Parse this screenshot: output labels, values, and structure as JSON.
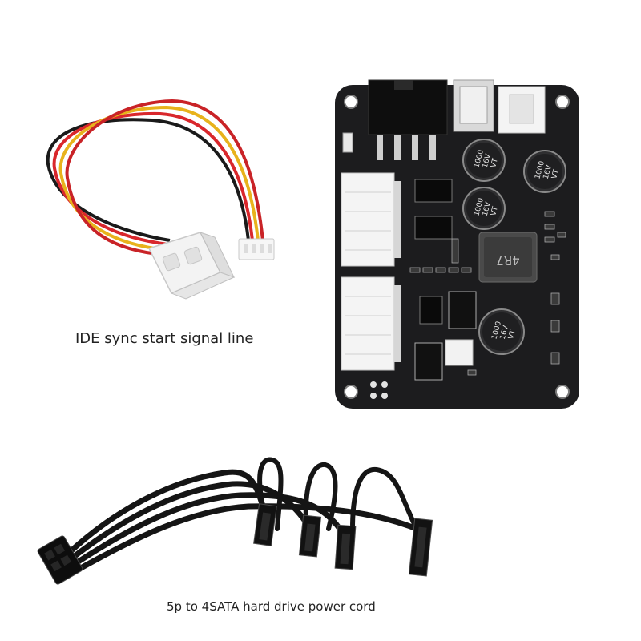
{
  "captions": {
    "ide_cable": "IDE sync start signal line",
    "sata_cable": "5p to 4SATA hard drive power cord"
  },
  "board": {
    "capacitor_labels": [
      {
        "value": "1000",
        "voltage": "16V",
        "series": "VT"
      },
      {
        "value": "1000",
        "voltage": "16V",
        "series": "VT"
      },
      {
        "value": "1000",
        "voltage": "16V",
        "series": "VT"
      },
      {
        "value": "1000",
        "voltage": "16V",
        "series": "VT"
      }
    ],
    "inductor_label": "4R7"
  },
  "colors": {
    "pcb": "#1c1c1e",
    "connector_white": "#f2f2f2",
    "wire_red": "#d9272c",
    "wire_yellow": "#e8b21c",
    "wire_black": "#1a1a1a",
    "sata_cable": "#151515"
  }
}
